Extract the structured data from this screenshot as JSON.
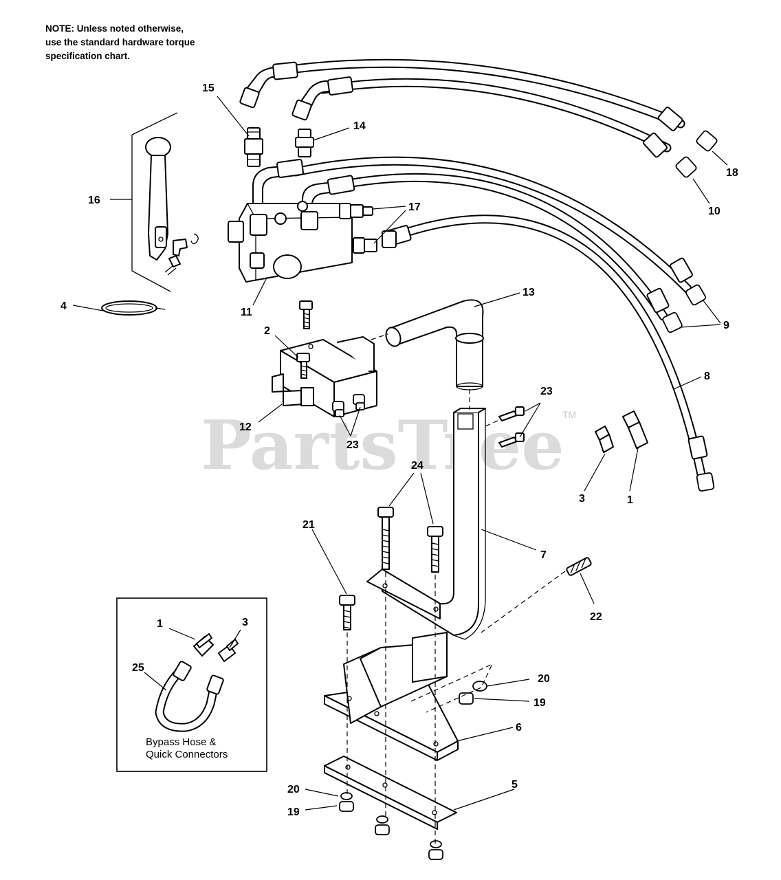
{
  "note": {
    "line1": "NOTE: Unless noted otherwise,",
    "line2": "use the standard hardware torque",
    "line3": "specification chart."
  },
  "watermark": {
    "text": "PartsTree",
    "trademark": "TM"
  },
  "inset": {
    "caption_line1": "Bypass Hose &",
    "caption_line2": "Quick Connectors"
  },
  "callouts": {
    "c1": "1",
    "c1_inset": "1",
    "c2": "2",
    "c3": "3",
    "c3_inset": "3",
    "c4": "4",
    "c5": "5",
    "c6": "6",
    "c7": "7",
    "c8": "8",
    "c9": "9",
    "c10": "10",
    "c11": "11",
    "c12": "12",
    "c13": "13",
    "c14": "14",
    "c15": "15",
    "c16": "16",
    "c17": "17",
    "c18": "18",
    "c19a": "19",
    "c19b": "19",
    "c20a": "20",
    "c20b": "20",
    "c21": "21",
    "c22": "22",
    "c23a": "23",
    "c23b": "23",
    "c24": "24",
    "c25": "25"
  }
}
